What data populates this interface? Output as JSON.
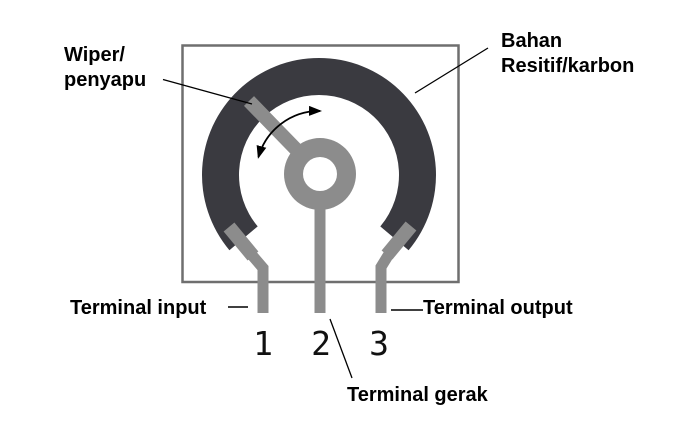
{
  "diagram": {
    "title_hint": "Potentiometer construction diagram",
    "labels": {
      "wiper_line1": "Wiper/",
      "wiper_line2": "penyapu",
      "resistive_line1": "Bahan",
      "resistive_line2": "Resitif/karbon",
      "terminal_input": "Terminal input",
      "terminal_output": "Terminal output",
      "terminal_gerak": "Terminal gerak"
    },
    "pins": {
      "pin1": "1",
      "pin2": "2",
      "pin3": "3"
    },
    "colors": {
      "track": "#3a3a40",
      "metal": "#8c8c8c",
      "outline": "#6f6f6f",
      "text": "#000000",
      "background": "#ffffff"
    }
  }
}
